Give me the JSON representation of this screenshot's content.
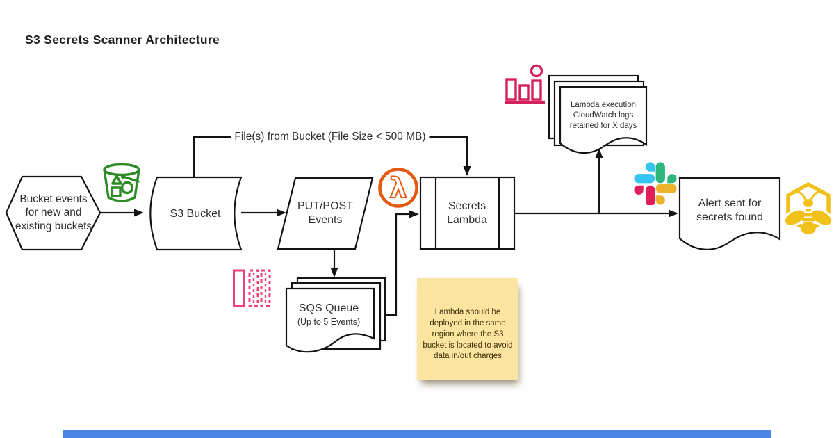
{
  "title": "S3 Secrets Scanner Architecture",
  "flow_label": "File(s) from Bucket (File Size < 500 MB)",
  "nodes": {
    "bucket_events": {
      "label": "Bucket events\nfor new and\nexisting buckets"
    },
    "s3_bucket": {
      "label": "S3 Bucket"
    },
    "put_post_events": {
      "label": "PUT/POST\nEvents"
    },
    "sqs_queue": {
      "label": "SQS Queue",
      "sublabel": "(Up to 5 Events)"
    },
    "secrets_lambda": {
      "label": "Secrets\nLambda"
    },
    "cloudwatch_logs": {
      "label": "Lambda execution\nCloudWatch logs\nretained for X days"
    },
    "alert": {
      "label": "Alert sent for\nsecrets found"
    },
    "note": {
      "text": "Lambda should be\ndeployed in the same\nregion where the S3\nbucket is located to avoid\ndata in/out charges"
    }
  },
  "icons": {
    "s3_bucket_icon": "green bucket with shapes",
    "lambda_icon": "orange circled lambda",
    "lambda_glyph": "λ",
    "sqs_queue_icon": "pink message queue",
    "cloudwatch_metrics_icon": "pink bar chart with circle",
    "slack_icon": "slack logo",
    "bee_icon": "yellow bee in hexagon"
  },
  "colors": {
    "line": "#141414",
    "s3_green": "#2e8b25",
    "lambda_orange": "#e35a10",
    "sqs_pink": "#f23f75",
    "cloudwatch_pink": "#d5205f",
    "note_yellow": "#fbe3a0",
    "bee_yellow": "#f2c119",
    "bottom_bar_blue": "#4a86e8",
    "slack_blue": "#36c5f0",
    "slack_green": "#2eb67d",
    "slack_red": "#e01e5a",
    "slack_yellow": "#ecb22e"
  }
}
